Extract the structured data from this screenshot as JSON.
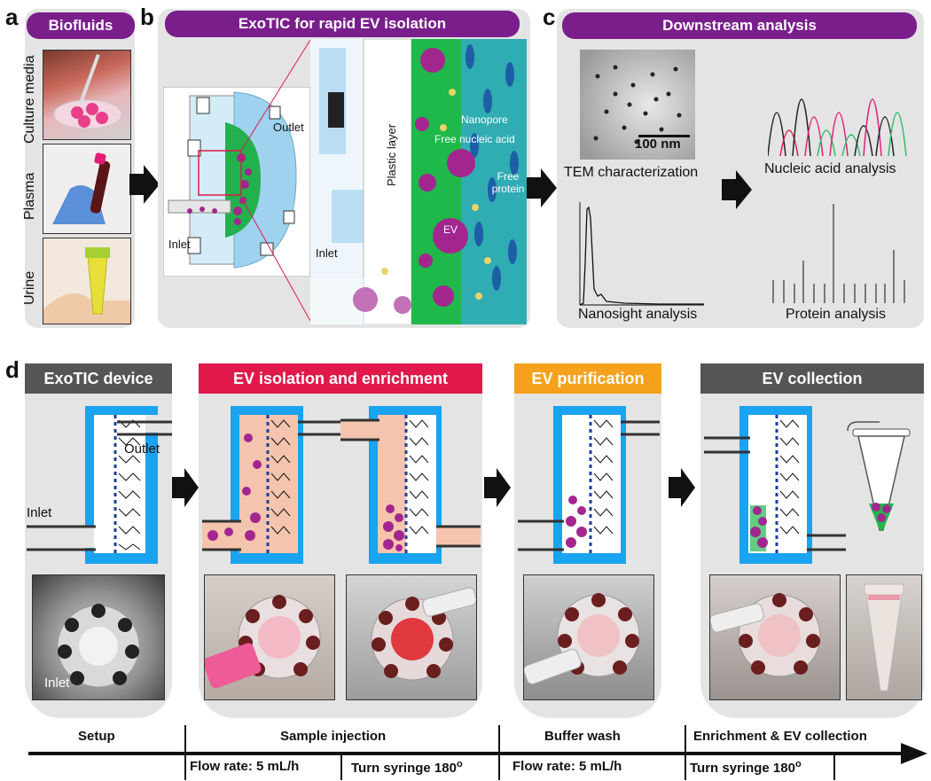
{
  "panel_a": {
    "letter": "a",
    "title": "Biofluids",
    "items": [
      "Culture media",
      "Plasma",
      "Urine"
    ]
  },
  "panel_b": {
    "letter": "b",
    "title": "ExoTIC for rapid EV isolation",
    "labels": {
      "outlet": "Outlet",
      "inlet": "Inlet",
      "inlet_zoom": "Inlet",
      "plastic_layer": "Plastic layer",
      "nanopore": "Nanopore",
      "free_nucleic_acid": "Free nucleic acid",
      "free_protein": "Free protein",
      "ev": "EV"
    }
  },
  "panel_c": {
    "letter": "c",
    "title": "Downstream analysis",
    "scale_bar": "100 nm",
    "tem": "TEM characterization",
    "nanosight": "Nanosight analysis",
    "nucleic": "Nucleic acid analysis",
    "protein": "Protein analysis"
  },
  "panel_d": {
    "letter": "d",
    "steps": [
      {
        "title": "ExoTIC device",
        "color": "#555555"
      },
      {
        "title": "EV isolation and enrichment",
        "color": "#e0194a"
      },
      {
        "title": "EV purification",
        "color": "#f5a11c"
      },
      {
        "title": "EV collection",
        "color": "#555555"
      }
    ],
    "device_labels": {
      "outlet": "Outlet",
      "inlet": "Inlet",
      "photo_inlet": "Inlet"
    }
  },
  "timeline": {
    "phases": [
      "Setup",
      "Sample injection",
      "Buffer wash",
      "Enrichment & EV collection"
    ],
    "details": [
      "Flow rate: 5 mL/h",
      "Turn syringe 180",
      "Flow rate: 5 mL/h",
      "Turn syringe 180"
    ],
    "degree": "o"
  },
  "colors": {
    "purple": "#7a1e8c",
    "blue": "#1aa3ee",
    "red": "#e0194a",
    "orange": "#f5a11c",
    "gray": "#555555",
    "membrane_green": "#1fb84a",
    "sample_pink": "#f5c4ae"
  }
}
